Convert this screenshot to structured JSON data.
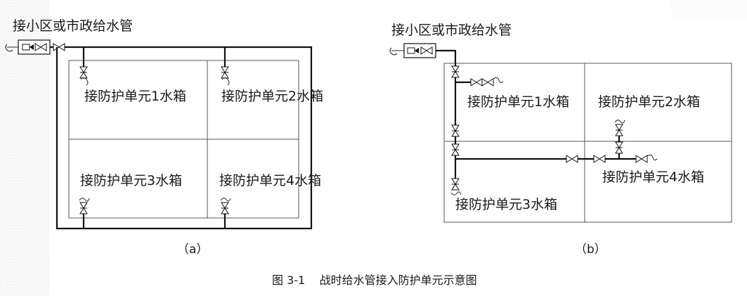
{
  "caption": "图 3-1    战时给水管接入防护单元示意图",
  "diagram_a": {
    "sublabel": "（a）",
    "source_label": "接小区或市政给水管",
    "units": [
      "接防护单元1水箱",
      "接防护单元2水箱",
      "接防护单元3水箱",
      "接防护单元4水箱"
    ]
  },
  "diagram_b": {
    "sublabel": "（b）",
    "source_label": "接小区或市政给水管",
    "units": [
      "接防护单元1水箱",
      "接防护单元2水箱",
      "接防护单元3水箱",
      "接防护单元4水箱"
    ]
  },
  "icons": [
    "gate-valve-icon",
    "check-valve-icon",
    "meter-box-icon",
    "pipe-end-icon"
  ]
}
